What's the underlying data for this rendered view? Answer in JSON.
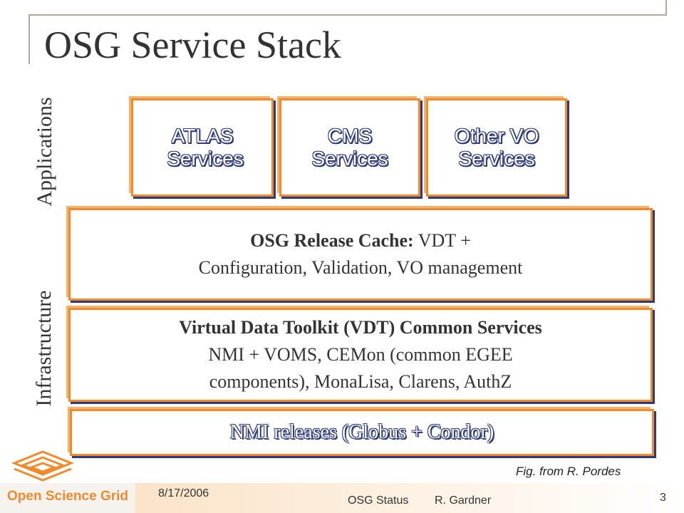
{
  "slide": {
    "title": "OSG Service Stack",
    "side_labels": {
      "applications": "Applications",
      "infrastructure": "Infrastructure"
    }
  },
  "applications": [
    {
      "line1": "ATLAS",
      "line2": "Services"
    },
    {
      "line1": "CMS",
      "line2": "Services"
    },
    {
      "line1": "Other VO",
      "line2": "Services"
    }
  ],
  "layers": {
    "release_cache": {
      "bold": "OSG Release Cache:",
      "rest": " VDT +",
      "line2": "Configuration, Validation, VO management"
    },
    "vdt": {
      "bold": "Virtual Data Toolkit (VDT) Common Services",
      "line2": "NMI + VOMS, CEMon (common EGEE",
      "line3": "components), MonaLisa, Clarens, AuthZ"
    },
    "nmi": {
      "text": "NMI releases (Globus + Condor)"
    }
  },
  "figure_note": "Fig. from R. Pordes",
  "footer": {
    "logo": "Open Science Grid",
    "date": "8/17/2006",
    "center": "OSG Status",
    "author": "R. Gardner",
    "page": "3"
  },
  "colors": {
    "box_border": "#f08a2c",
    "box_shadow": "#2e3a7a",
    "title": "#333333"
  }
}
